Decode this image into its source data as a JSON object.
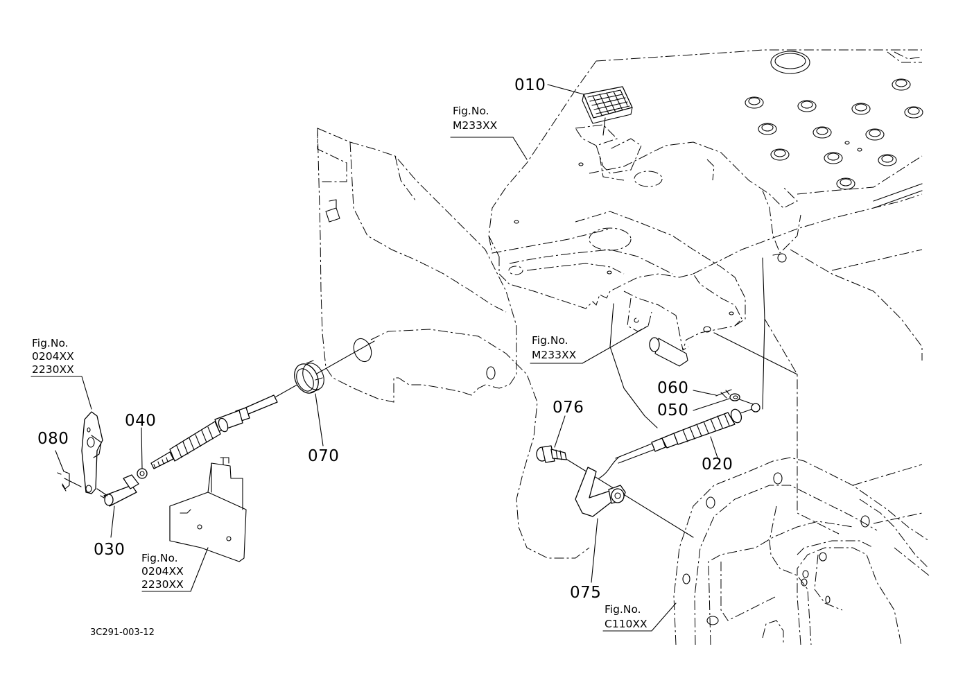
{
  "diagram": {
    "title_code": "3C291-003-12",
    "part_callouts": [
      {
        "id": "p010",
        "label": "010"
      },
      {
        "id": "p020",
        "label": "020"
      },
      {
        "id": "p030",
        "label": "030"
      },
      {
        "id": "p040",
        "label": "040"
      },
      {
        "id": "p050",
        "label": "050"
      },
      {
        "id": "p060",
        "label": "060"
      },
      {
        "id": "p070",
        "label": "070"
      },
      {
        "id": "p075",
        "label": "075"
      },
      {
        "id": "p076",
        "label": "076"
      },
      {
        "id": "p080",
        "label": "080"
      }
    ],
    "figure_refs": [
      {
        "id": "fig-left-top",
        "heading": "Fig.No.",
        "lines": [
          "0204XX",
          "2230XX"
        ]
      },
      {
        "id": "fig-left-bottom",
        "heading": "Fig.No.",
        "lines": [
          "0204XX",
          "2230XX"
        ]
      },
      {
        "id": "fig-top",
        "heading": "Fig.No.",
        "lines": [
          "M233XX"
        ]
      },
      {
        "id": "fig-mid",
        "heading": "Fig.No.",
        "lines": [
          "M233XX"
        ]
      },
      {
        "id": "fig-bottom-right",
        "heading": "Fig.No.",
        "lines": [
          "C110XX"
        ]
      }
    ]
  }
}
